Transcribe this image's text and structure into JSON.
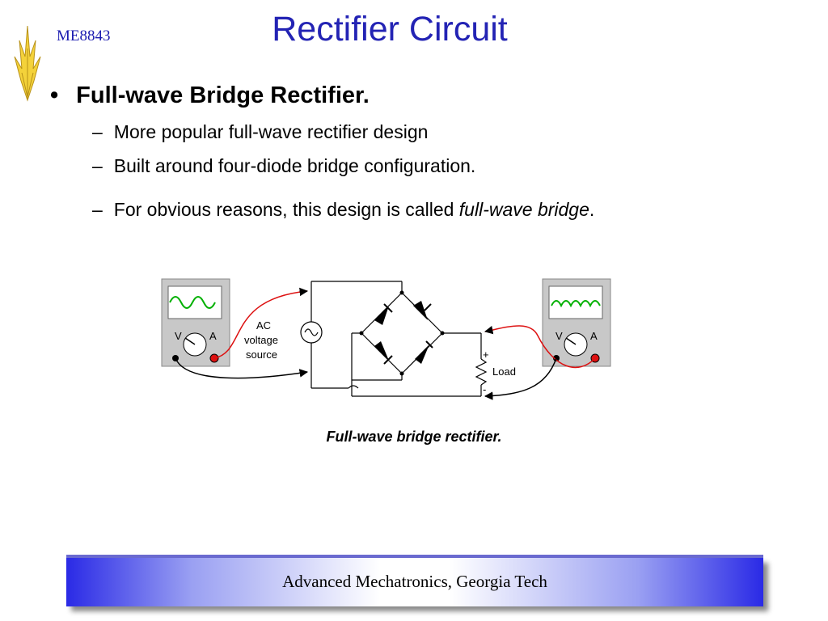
{
  "header": {
    "course_code": "ME8843",
    "title": "Rectifier Circuit"
  },
  "content": {
    "bullet_marker": "•",
    "main_bullet": "Full-wave Bridge Rectifier.",
    "dash": "–",
    "sub_items": [
      "More popular full-wave rectifier design",
      "Built around four-diode bridge configuration."
    ],
    "sub_item_3_prefix": "For obvious reasons, this design is called ",
    "sub_item_3_emphasis": "full-wave bridge",
    "sub_item_3_suffix": "."
  },
  "diagram": {
    "labels": {
      "ac": "AC",
      "voltage": "voltage",
      "source": "source",
      "load": "Load",
      "plus": "+",
      "minus": "-",
      "meter_v": "V",
      "meter_a": "A"
    },
    "colors": {
      "wave": "#00b000",
      "red_lead": "#dd1111",
      "meter_body": "#c8c8c8"
    }
  },
  "caption": "Full-wave bridge rectifier.",
  "footer": {
    "text": "Advanced Mechatronics, Georgia Tech"
  }
}
